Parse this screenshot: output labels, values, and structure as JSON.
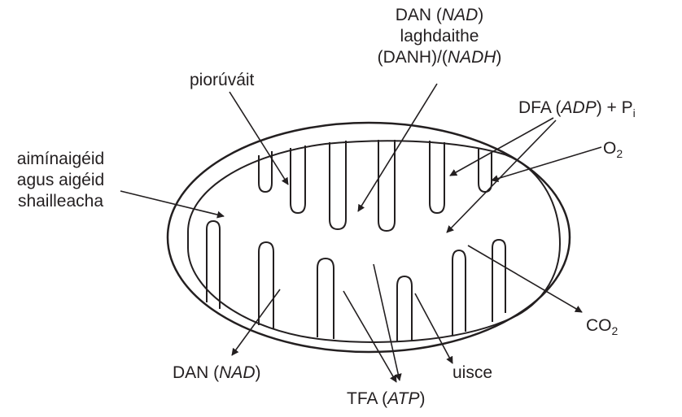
{
  "labels": {
    "pyruvate": "piorúváit",
    "nad_reduced": {
      "line1_plain": "DAN (",
      "line1_italic": "NAD",
      "line1_close": ")",
      "line2": "laghdaithe",
      "line3_plain": "(DANH)/(",
      "line3_italic": "NADH",
      "line3_close": ")"
    },
    "adp_pi": {
      "plain": "DFA (",
      "italic": "ADP",
      "after": ") + P",
      "sub": "i"
    },
    "oxygen": {
      "main": "O",
      "sub": "2"
    },
    "amino_fatty": {
      "line1": "aimínaigéid",
      "line2": "agus aigéid",
      "line3": "shailleacha"
    },
    "co2": {
      "main": "CO",
      "sub": "2"
    },
    "nad": {
      "plain": "DAN (",
      "italic": "NAD",
      "close": ")"
    },
    "water": "uisce",
    "atp": {
      "plain": "TFA (",
      "italic": "ATP",
      "close": ")"
    }
  },
  "colors": {
    "stroke": "#231f20",
    "background": "#ffffff"
  }
}
